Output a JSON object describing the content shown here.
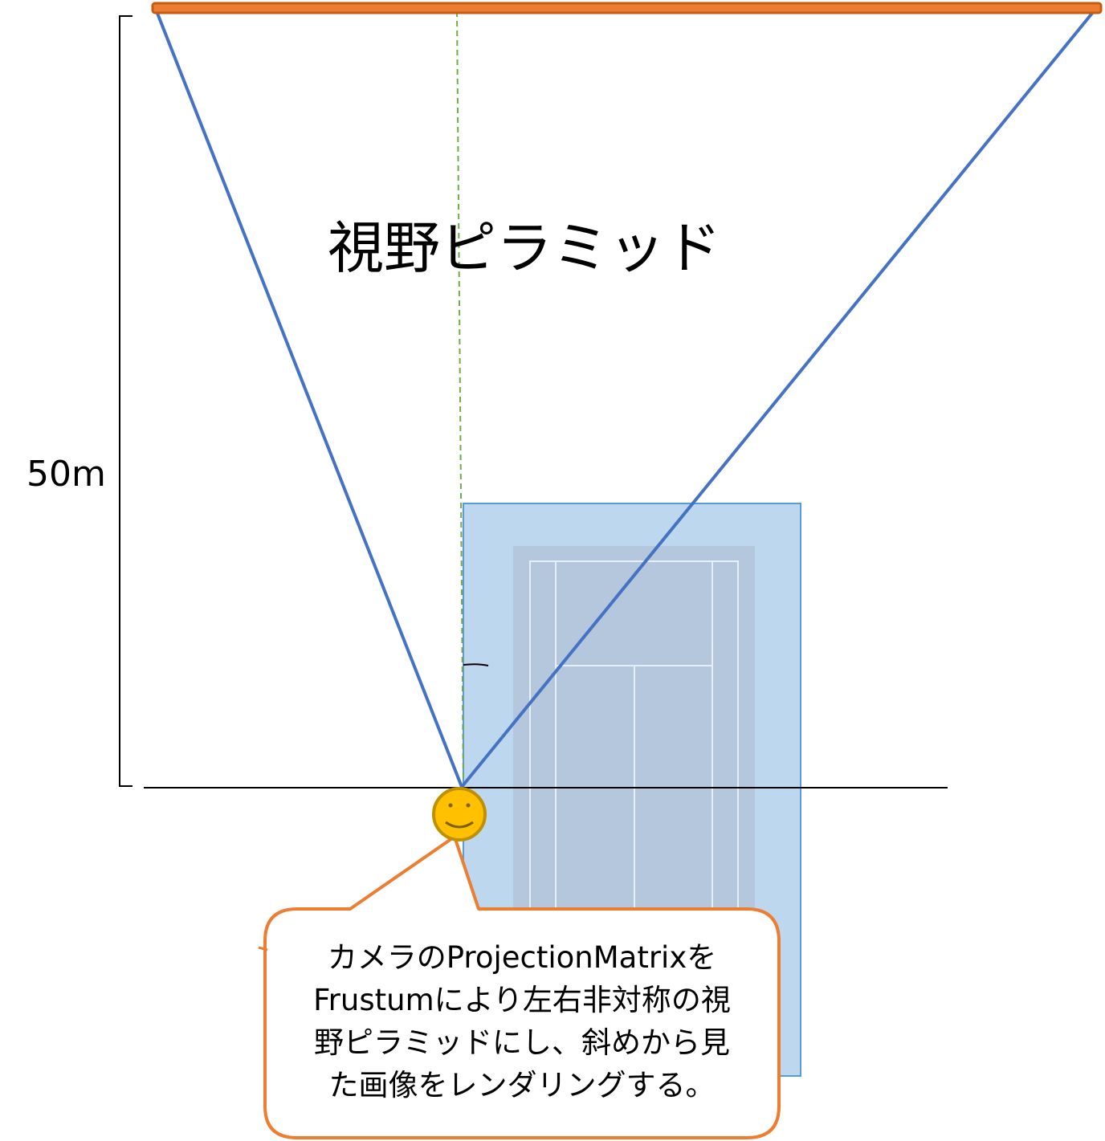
{
  "title": "視野ピラミッド",
  "distance_label": "50m",
  "callout": {
    "lines": [
      "カメラのProjectionMatrixを",
      "Frustumにより左右非対称の視",
      "野ピラミッドにし、斜めから見",
      "た画像をレンダリングする。"
    ]
  },
  "colors": {
    "frustum_lines": "#4472c4",
    "screen_bar": "#c55a11",
    "callout_border": "#ed7d31",
    "camera_fill": "#ffc000",
    "camera_border": "#bf9000",
    "court_area": "#bdd7ee",
    "court_border": "#5b9bd5",
    "center_axis": "#70ad47"
  },
  "icons": {
    "camera": "smiley-face-icon"
  }
}
